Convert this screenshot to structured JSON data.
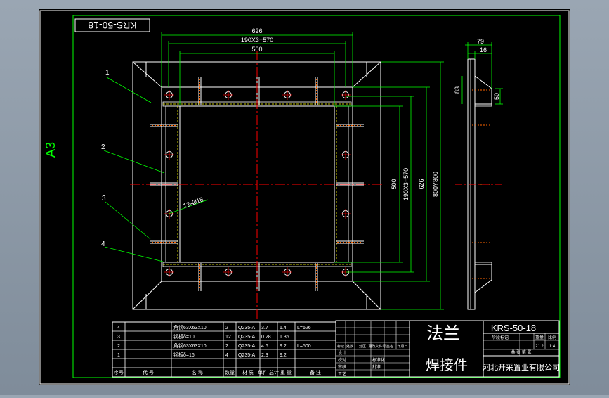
{
  "sheet": {
    "size_label": "A3",
    "drawing_no_rotated": "KRS-50-18",
    "colors": {
      "background": "#000000",
      "border": "#00ff00",
      "outline": "#ffffff",
      "center_line": "#ff0000",
      "dimension": "#00ff00",
      "hidden": "#ffff00"
    }
  },
  "dimensions": {
    "top_overall": "626",
    "top_pitch": "190X3=570",
    "top_inner": "500",
    "side_inner": "500",
    "side_pitch": "190X3=570",
    "side_overall": "626",
    "side_outer": "800Y800",
    "holes": "12-Ø18",
    "profile_width": "79",
    "profile_thickness": "16",
    "profile_height_a": "83",
    "profile_height_b": "50"
  },
  "leaders": [
    "1",
    "2",
    "3",
    "4"
  ],
  "bom": {
    "rows": [
      {
        "no": "4",
        "name": "角钢63X63X10",
        "qty": "2",
        "material": "Q235-A",
        "unit": "3.7",
        "total": "1.4",
        "note": "L=626"
      },
      {
        "no": "3",
        "name": "钢板δ=10",
        "qty": "12",
        "material": "Q235-A",
        "unit": "0.28",
        "total": "1.36",
        "note": ""
      },
      {
        "no": "2",
        "name": "角钢63X63X10",
        "qty": "2",
        "material": "Q235-A",
        "unit": "4.6",
        "total": "9.2",
        "note": "L=500"
      },
      {
        "no": "1",
        "name": "钢板δ=16",
        "qty": "4",
        "material": "Q235-A",
        "unit": "2.3",
        "total": "9.2",
        "note": ""
      }
    ],
    "header": [
      "序号",
      "代    号",
      "名    称",
      "数量",
      "材  质",
      "单件 总计",
      "重  量",
      "备    注"
    ],
    "weight_unit": "重量"
  },
  "title_block": {
    "title_line1": "法兰",
    "title_line2": "焊接件",
    "drawing_no": "KRS-50-18",
    "company": "河北开采置业有限公司",
    "sign_rows": [
      "标记",
      "处数",
      "分区",
      "更改文件号",
      "签名",
      "年月日"
    ],
    "roles": [
      "设计",
      "校对",
      "审核",
      "工艺"
    ],
    "roles_right": [
      "标准化",
      "批准"
    ],
    "stage_labels": [
      "阶段标记",
      "重量",
      "比例"
    ],
    "scale": "1:4",
    "weight": "21.2",
    "sheet_info": "共 张  第 张"
  }
}
